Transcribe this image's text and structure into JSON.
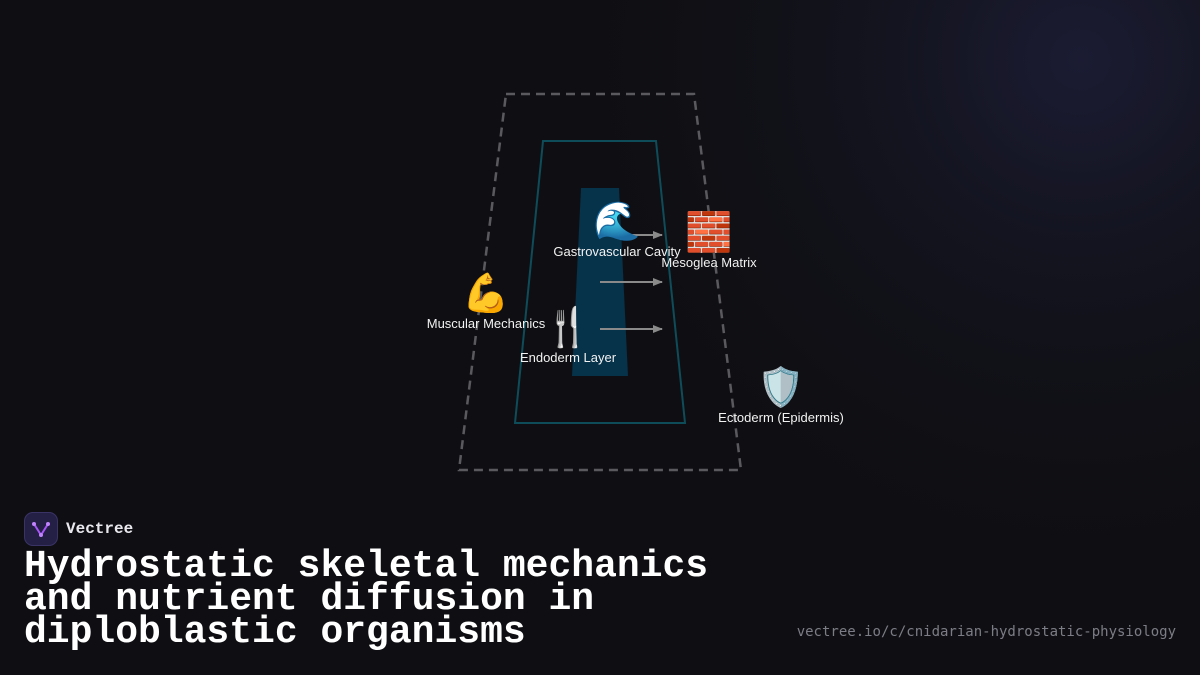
{
  "brand": {
    "name": "Vectree",
    "logo_color": "#a855f7"
  },
  "title": "Hydrostatic skeletal mechanics and nutrient diffusion in diploblastic organisms",
  "url": "vectree.io/c/cnidarian-hydrostatic-physiology",
  "colors": {
    "background": "#0f0f13",
    "outer_border": "#5a5a5e",
    "inner_border": "#0e4c5a",
    "cavity_fill": "#06324a",
    "arrow": "#8a8a8a"
  },
  "nodes": [
    {
      "id": "gastrovascular",
      "icon": "wave-icon",
      "emoji": "🌊",
      "label": "Gastrovascular Cavity"
    },
    {
      "id": "mesoglea",
      "icon": "brick-icon",
      "emoji": "🧱",
      "label": "Mesoglea Matrix"
    },
    {
      "id": "muscular",
      "icon": "flexed-arm-icon",
      "emoji": "💪",
      "label": "Muscular Mechanics"
    },
    {
      "id": "endoderm",
      "icon": "fork-knife-icon",
      "emoji": "🍴",
      "label": "Endoderm Layer"
    },
    {
      "id": "ectoderm",
      "icon": "shield-icon",
      "emoji": "🛡️",
      "label": "Ectoderm (Epidermis)"
    }
  ]
}
